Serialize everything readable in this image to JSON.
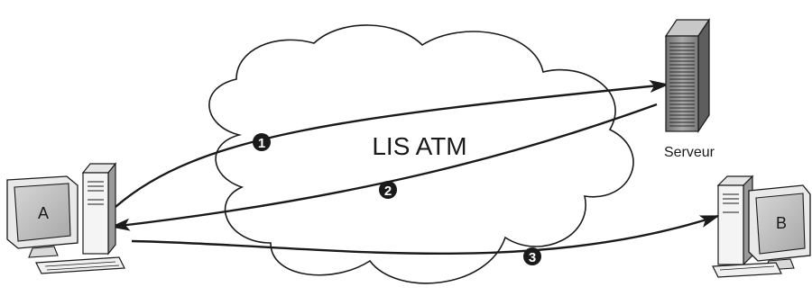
{
  "network": {
    "label": "LIS ATM"
  },
  "server": {
    "label": "Serveur",
    "icon": "server-tower-icon"
  },
  "host_a": {
    "label": "A",
    "icon": "desktop-computer-icon"
  },
  "host_b": {
    "label": "B",
    "icon": "desktop-computer-icon"
  },
  "steps": [
    {
      "number": "1"
    },
    {
      "number": "2"
    },
    {
      "number": "3"
    }
  ],
  "colors": {
    "line": "#1a1a1a",
    "screen": "#b8b8b8",
    "server_body": "#8c8c8c",
    "background": "#ffffff"
  }
}
